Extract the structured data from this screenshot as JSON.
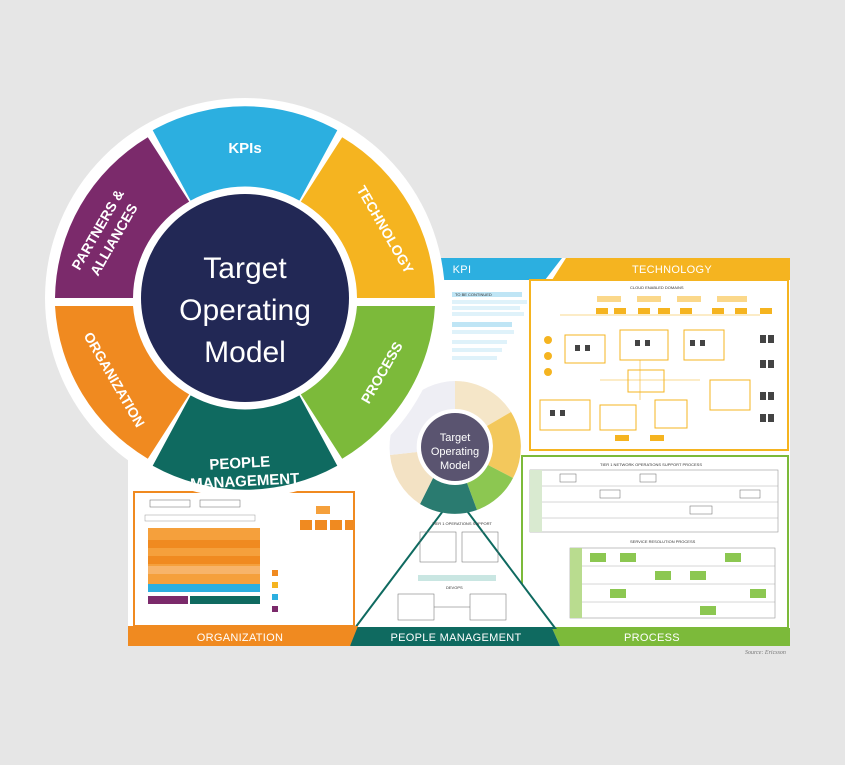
{
  "main_wheel": {
    "center_title_lines": [
      "Target",
      "Operating",
      "Model"
    ],
    "segments": [
      {
        "id": "kpis",
        "label": "KPIs",
        "color": "#2cafe0"
      },
      {
        "id": "technology",
        "label": "TECHNOLOGY",
        "color": "#f5b420"
      },
      {
        "id": "process",
        "label": "PROCESS",
        "color": "#7cba3a"
      },
      {
        "id": "people",
        "label_lines": [
          "PEOPLE",
          "MANAGEMENT"
        ],
        "color": "#0f6a60"
      },
      {
        "id": "organization",
        "label": "ORGANIZATION",
        "color": "#f08a20"
      },
      {
        "id": "partners",
        "label_lines": [
          "PARTNERS &",
          "ALLIANCES"
        ],
        "color": "#7b2a6b"
      }
    ],
    "center_color": "#222855"
  },
  "mini_wheel": {
    "center_title_lines": [
      "Target",
      "Operating",
      "Model"
    ]
  },
  "poster": {
    "panels": {
      "kpi": "KPI",
      "technology": "TECHNOLOGY",
      "organization": "ORGANIZATION",
      "people_management": "PEOPLE MANAGEMENT",
      "process": "PROCESS"
    },
    "colors": {
      "kpi": "#2cafe0",
      "technology": "#f5b420",
      "organization": "#f08a20",
      "people_management": "#0f6a60",
      "process": "#7cba3a"
    },
    "snippets": {
      "kpi_title": "TO BE CONTINUED",
      "tech_title": "CLOUD ENABLED DOMAINS",
      "tier_support": "TIER 1 NETWORK OPERATIONS SUPPORT PROCESS",
      "service_resolution": "SERVICE RESOLUTION PROCESS",
      "tier1_ops": "TIER 1 OPERATIONS SUPPORT",
      "devops": "DEVOPS"
    },
    "credit": "Source: Ericsson"
  }
}
